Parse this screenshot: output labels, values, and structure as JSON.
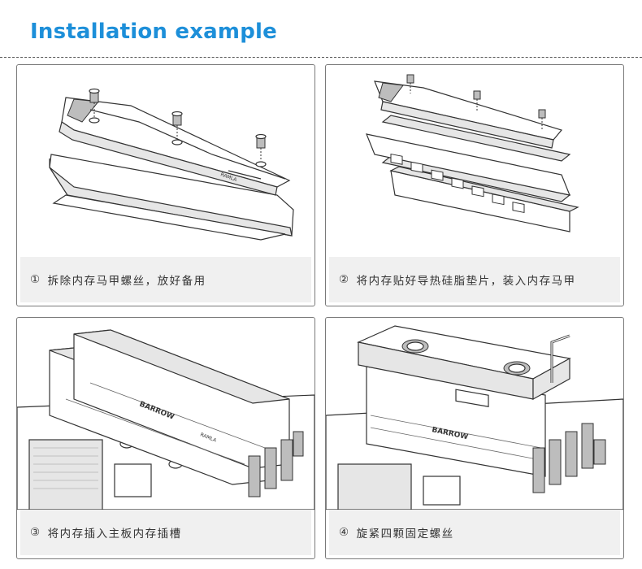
{
  "title": "Installation example",
  "steps": [
    {
      "num": "①",
      "text": "拆除内存马甲螺丝，放好备用"
    },
    {
      "num": "②",
      "text": "将内存贴好导热硅脂垫片，装入内存马甲"
    },
    {
      "num": "③",
      "text": "将内存插入主板内存插槽"
    },
    {
      "num": "④",
      "text": "旋紧四颗固定螺丝"
    }
  ],
  "brand": "BARROW",
  "model": "RAMLA"
}
